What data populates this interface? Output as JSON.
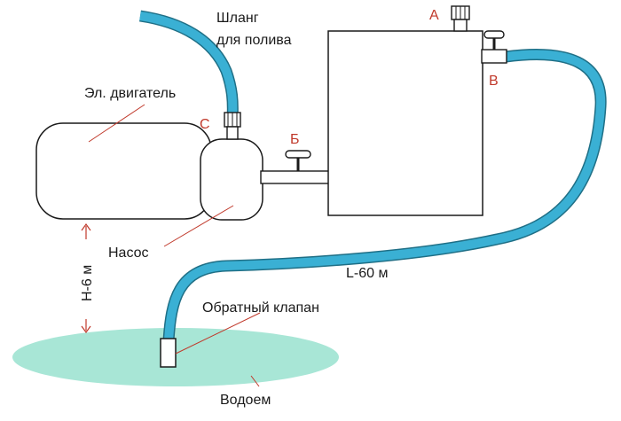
{
  "labels": {
    "hose_line1": "Шланг",
    "hose_line2": "для полива",
    "motor": "Эл. двигатель",
    "pump": "Насос",
    "height": "H-6 м",
    "length": "L-60 м",
    "check_valve": "Обратный клапан",
    "reservoir": "Водоем"
  },
  "markers": {
    "a": "А",
    "b": "Б",
    "v": "В",
    "c": "С"
  },
  "colors": {
    "hose": "#3ab0d4",
    "hose_edge": "#1f6f86",
    "water": "#a8e6d6",
    "outline": "#1a1a1a",
    "marker_text": "#c0392b",
    "arrow": "#c0392b"
  },
  "icons": {
    "valve": "valve-handle-icon",
    "fitting": "nut-fitting-icon",
    "arrow": "double-arrow-icon"
  }
}
